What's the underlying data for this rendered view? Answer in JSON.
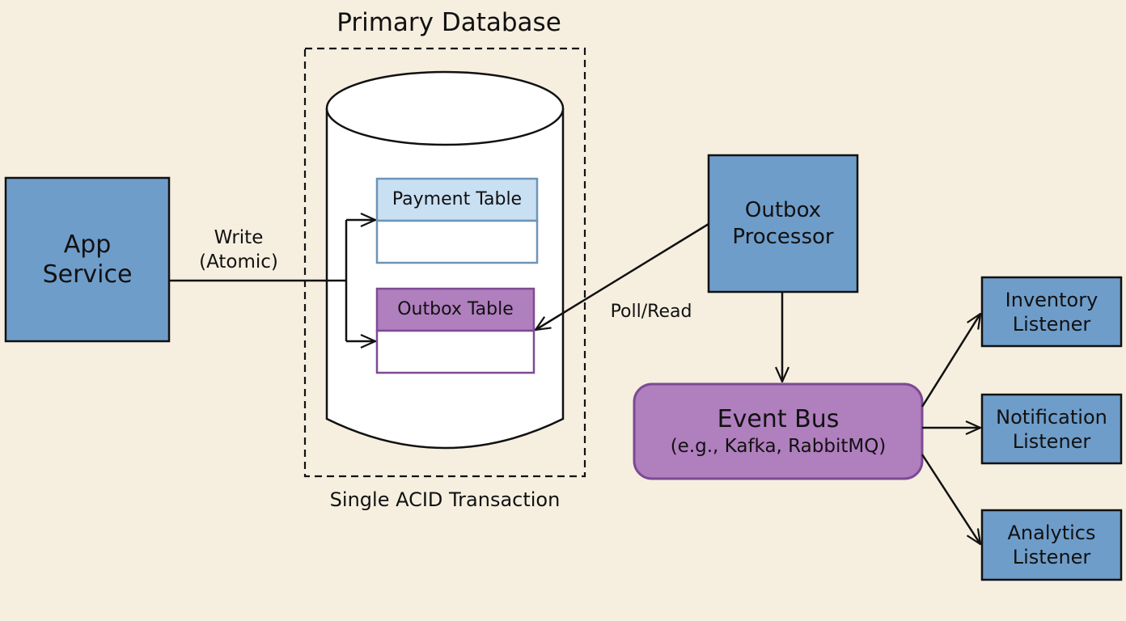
{
  "colors": {
    "background": "#f6efe0",
    "service_blue": "#6f9dca",
    "table_blue_header": "#c9e0f3",
    "table_blue_border": "#6d94b8",
    "purple": "#b07fbe",
    "purple_border": "#7e4a93",
    "stroke": "#111111"
  },
  "diagram": {
    "database_group": {
      "title": "Primary Database",
      "caption": "Single ACID Transaction"
    },
    "nodes": {
      "app_service": {
        "line1": "App",
        "line2": "Service"
      },
      "payment_table": {
        "label": "Payment Table"
      },
      "outbox_table": {
        "label": "Outbox Table"
      },
      "outbox_processor": {
        "line1": "Outbox",
        "line2": "Processor"
      },
      "event_bus": {
        "line1": "Event Bus",
        "line2": "(e.g., Kafka, RabbitMQ)"
      },
      "inventory_listener": {
        "line1": "Inventory",
        "line2": "Listener"
      },
      "notification_listener": {
        "line1": "Notification",
        "line2": "Listener"
      },
      "analytics_listener": {
        "line1": "Analytics",
        "line2": "Listener"
      }
    },
    "edges": {
      "write": {
        "line1": "Write",
        "line2": "(Atomic)"
      },
      "poll": {
        "label": "Poll/Read"
      }
    }
  }
}
